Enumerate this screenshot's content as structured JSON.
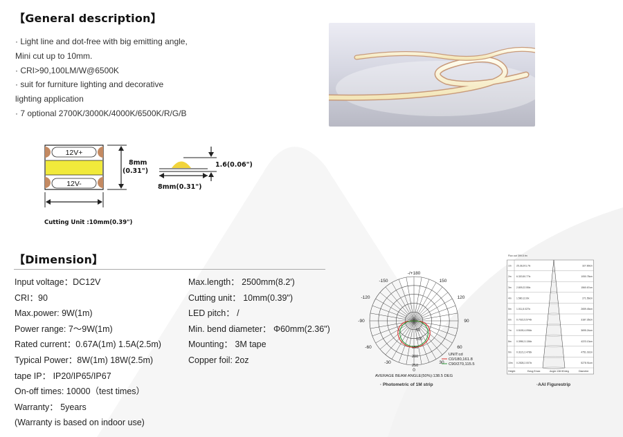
{
  "general": {
    "heading": "【General description】",
    "lines": [
      "· Light line and dot-free with big emitting angle,",
      "Mini cut up to 10mm.",
      "· CRI>90,100LM/W@6500K",
      "· suit for furniture lighting and decorative",
      "lighting application",
      "· 7 optional 2700K/3000K/4000K/6500K/R/G/B"
    ]
  },
  "strip_drawing": {
    "pad_top": "12V+",
    "pad_bottom": "12V-",
    "width_label": "8mm",
    "width_label_inch": "(0.31\")",
    "height_label": "1.6(0.06\")",
    "profile_width_label": "8mm(0.31\")",
    "cutting_unit": "Cutting Unit :10mm(0.39\")"
  },
  "dimension": {
    "heading": "【Dimension】",
    "left_specs": [
      "Input voltage：DC12V",
      "CRI：90",
      "Max.power: 9W(1m)",
      "Power range: 7～9W(1m)",
      "Rated current：0.67A(1m)  1.5A(2.5m)",
      "Typical Power：8W(1m)  18W(2.5m)",
      "tape IP：  IP20/IP65/IP67",
      "On-off times: 10000（test times）",
      "Warranty：  5years",
      "(Warranty is based on indoor use)"
    ],
    "right_specs": [
      "Max.length：  2500mm(8.2')",
      "Cutting unit：  10mm(0.39\")",
      "LED pitch：  /",
      "Min. bend diameter：  Φ60mm(2.36\")",
      "Mounting：   3M tape",
      "Copper foil: 2oz"
    ]
  },
  "polar": {
    "angle_labels": {
      "top": "-/+180",
      "n150": "-150",
      "p150": "150",
      "n120": "-120",
      "p120": "120",
      "n90": "-90",
      "p90": "90",
      "n60": "-60",
      "p60": "60",
      "n30": "-30",
      "p30": "30",
      "bottom": "0"
    },
    "radial_labels": [
      "50",
      "100",
      "150",
      "200",
      "250"
    ],
    "unit": "UNIT:cd",
    "c0_legend": "C0/180,161.8",
    "c90_legend": "C90/270,115.5",
    "beam_angle": "AVERAGE BEAM ANGLE(50%):138.5 DEG",
    "caption": "· Photometric of 1M strip",
    "colors": {
      "c0": "#d9302c",
      "c90": "#2f9a3a"
    }
  },
  "figure_strip": {
    "header_note": "Flux out 399.5 lm",
    "rows": [
      {
        "h": "1m",
        "e": "25.28,201.7lx",
        "d": "327.89cm"
      },
      {
        "h": "2m",
        "e": "6.320,50.77lx",
        "d": "1050.78cm"
      },
      {
        "h": "3m",
        "e": "2.809,22.55lx",
        "d": "1560.67cm"
      },
      {
        "h": "4m",
        "e": "1.580,12.6lx",
        "d": "271.56cm"
      },
      {
        "h": "5m",
        "e": "1.011,8.027lx",
        "d": "2659.45cm"
      },
      {
        "h": "6m",
        "e": "0.7022,5.574lx",
        "d": "3187.35cm"
      },
      {
        "h": "7m",
        "e": "0.5159,4.096lx",
        "d": "3695.24cm"
      },
      {
        "h": "8m",
        "e": "0.3950,3.136lx",
        "d": "4223.13cm"
      },
      {
        "h": "9m",
        "e": "0.3121,2.478lx",
        "d": "4751.02cm"
      },
      {
        "h": "10m",
        "e": "0.2528,2.007lx",
        "d": "5278.91cm"
      }
    ],
    "footer": {
      "height": "Height",
      "emax": "Eavg,Emax",
      "angle": "Angle:138.5Ddeg",
      "diameter": "Diameter"
    },
    "caption": "·AAI Figurestrip"
  }
}
